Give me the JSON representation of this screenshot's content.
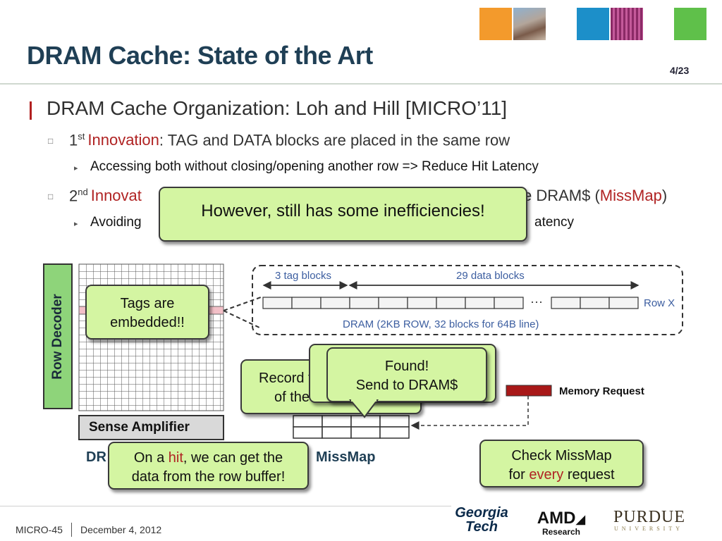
{
  "slide": {
    "title": "DRAM Cache: State of the Art",
    "page_number": "4/23",
    "heading": "DRAM Cache Organization: Loh and Hill [MICRO’11]",
    "bullet1_sup_label": "st",
    "bullet1_num": "1",
    "bullet1_red": "Innovation",
    "bullet1_rest": ": TAG and DATA blocks are placed in the same row",
    "sub1": "Accessing both without closing/opening another row => Reduce Hit Latency",
    "bullet2_num": "2",
    "bullet2_sup": "nd",
    "bullet2_red": "Innovat",
    "bullet2_tail_pre": "e DRAM$ (",
    "bullet2_tail_red": "MissMap",
    "bullet2_tail_post": ")",
    "sub2_start": "Avoiding",
    "sub2_end": "atency"
  },
  "callouts": {
    "inefficiencies": "However, still has some inefficiencies!",
    "tags_embedded_line1": "Tags are",
    "tags_embedded_line2": "embedded!!",
    "record_line1": "Record th",
    "record_line2": "of the c",
    "found_line1": "Found!",
    "found_line2": "Send to DRAM$",
    "hit_pre": "On a ",
    "hit_red": "hit",
    "hit_post": ", we can get the",
    "hit_line2": "data from the row buffer!",
    "check_line1": "Check MissMap",
    "check_pre": "for ",
    "check_red": "every",
    "check_post": " request"
  },
  "diagram": {
    "row_decoder": "Row Decoder",
    "sense_amplifier": "Sense Amplifier",
    "dram_label_partial": "DR",
    "missmap_label": "MissMap",
    "tag_blocks": "3 tag blocks",
    "data_blocks": "29 data blocks",
    "ellipsis": "···",
    "row_x": "Row X",
    "dram_row_desc": "DRAM (2KB ROW, 32 blocks for 64B line)",
    "memory_request": "Memory Request"
  },
  "footer": {
    "conference": "MICRO-45",
    "date": "December 4, 2012",
    "logo_georgia_1": "Georgia",
    "logo_georgia_2": "Tech",
    "logo_amd": "AMD",
    "logo_amd_sub": "Research",
    "logo_purdue": "PURDUE",
    "logo_purdue_sub": "UNIVERSITY"
  },
  "colors": {
    "title": "#1f3f55",
    "accent_red": "#b02323",
    "callout_green": "#d4f5a2",
    "row_decoder_green": "#8ed47a",
    "diagram_blue": "#3c5ea0",
    "memory_request_red": "#a81818"
  },
  "header_icons": [
    "orange-square-icon",
    "photo-square-icon",
    "blue-square-icon",
    "chip-square-icon",
    "green-square-icon"
  ]
}
